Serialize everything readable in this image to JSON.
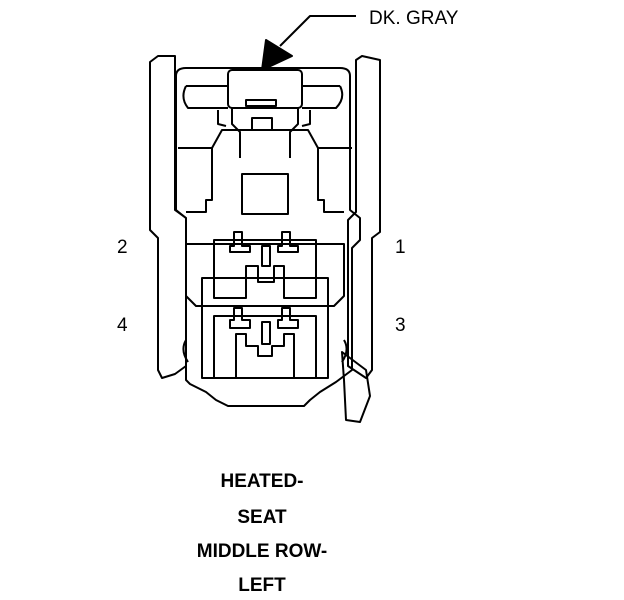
{
  "wire_color_label": "DK. GRAY",
  "pins": {
    "p1": "1",
    "p2": "2",
    "p3": "3",
    "p4": "4"
  },
  "caption": {
    "line1": "HEATED-",
    "line2": "SEAT",
    "line3": "MIDDLE ROW-",
    "line4": "LEFT"
  }
}
